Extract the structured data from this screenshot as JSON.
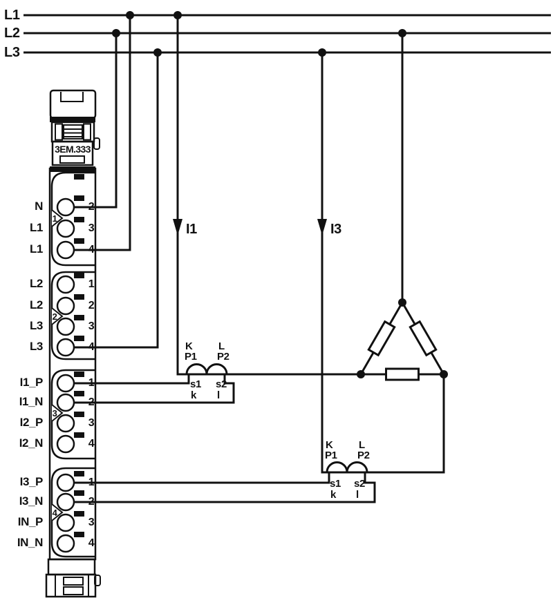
{
  "colors": {
    "line": "#111111",
    "background": "#ffffff"
  },
  "phases": [
    {
      "label": "L1"
    },
    {
      "label": "L2"
    },
    {
      "label": "L3"
    }
  ],
  "currents": [
    {
      "label": "I1"
    },
    {
      "label": "I3"
    }
  ],
  "module": {
    "label": "3EM.333",
    "groups": [
      {
        "number": "1",
        "terminals": [
          {
            "num": "2",
            "label": "N"
          },
          {
            "num": "3",
            "label": "L1"
          },
          {
            "num": "4",
            "label": "L1"
          }
        ]
      },
      {
        "number": "2",
        "terminals": [
          {
            "num": "1",
            "label": "L2"
          },
          {
            "num": "2",
            "label": "L2"
          },
          {
            "num": "3",
            "label": "L3"
          },
          {
            "num": "4",
            "label": "L3"
          }
        ]
      },
      {
        "number": "3",
        "terminals": [
          {
            "num": "1",
            "label": "I1_P"
          },
          {
            "num": "2",
            "label": "I1_N"
          },
          {
            "num": "3",
            "label": "I2_P"
          },
          {
            "num": "4",
            "label": "I2_N"
          }
        ]
      },
      {
        "number": "4",
        "terminals": [
          {
            "num": "1",
            "label": "I3_P"
          },
          {
            "num": "2",
            "label": "I3_N"
          },
          {
            "num": "3",
            "label": "IN_P"
          },
          {
            "num": "4",
            "label": "IN_N"
          }
        ]
      }
    ]
  },
  "transformers": [
    {
      "K": "K",
      "P1": "P1",
      "L": "L",
      "P2": "P2",
      "s1": "s1",
      "k": "k",
      "s2": "s2",
      "l": "l"
    },
    {
      "K": "K",
      "P1": "P1",
      "L": "L",
      "P2": "P2",
      "s1": "s1",
      "k": "k",
      "s2": "s2",
      "l": "l"
    }
  ]
}
